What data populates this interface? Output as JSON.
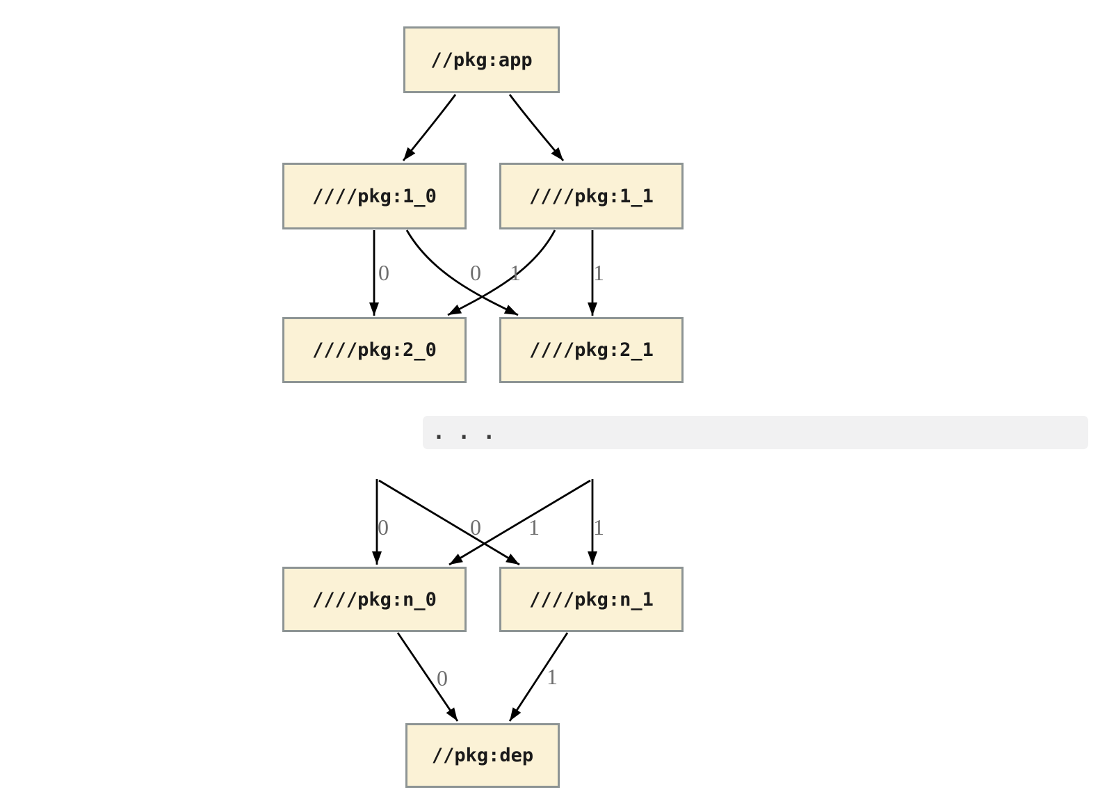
{
  "diagram": {
    "nodes": [
      {
        "id": "app",
        "label": "//pkg:app"
      },
      {
        "id": "1_0",
        "label": "////pkg:1_0"
      },
      {
        "id": "1_1",
        "label": "////pkg:1_1"
      },
      {
        "id": "2_0",
        "label": "////pkg:2_0"
      },
      {
        "id": "2_1",
        "label": "////pkg:2_1"
      },
      {
        "id": "n_0",
        "label": "////pkg:n_0"
      },
      {
        "id": "n_1",
        "label": "////pkg:n_1"
      },
      {
        "id": "dep",
        "label": "//pkg:dep"
      }
    ],
    "edges": [
      {
        "from": "app",
        "to": "1_0",
        "label": ""
      },
      {
        "from": "app",
        "to": "1_1",
        "label": ""
      },
      {
        "from": "1_0",
        "to": "2_0",
        "label": "0"
      },
      {
        "from": "1_0",
        "to": "2_1",
        "label": "1"
      },
      {
        "from": "1_1",
        "to": "2_0",
        "label": "0"
      },
      {
        "from": "1_1",
        "to": "2_1",
        "label": "1"
      },
      {
        "from": "ellipsis-left",
        "to": "n_0",
        "label": "0"
      },
      {
        "from": "ellipsis-left",
        "to": "n_1",
        "label": "1"
      },
      {
        "from": "ellipsis-right",
        "to": "n_0",
        "label": "0"
      },
      {
        "from": "ellipsis-right",
        "to": "n_1",
        "label": "1"
      },
      {
        "from": "n_0",
        "to": "dep",
        "label": "0"
      },
      {
        "from": "n_1",
        "to": "dep",
        "label": "1"
      }
    ],
    "ellipsis": ". . .",
    "colors": {
      "node_fill": "#fbf2d6",
      "node_border": "#8d9494",
      "node_text": "#1a1a1a",
      "edge": "#000000",
      "edge_label": "#6e6e6e",
      "ellipsis_bar": "#f1f1f2",
      "ellipsis_dots": "#3a3a3a",
      "background": "#ffffff"
    }
  }
}
